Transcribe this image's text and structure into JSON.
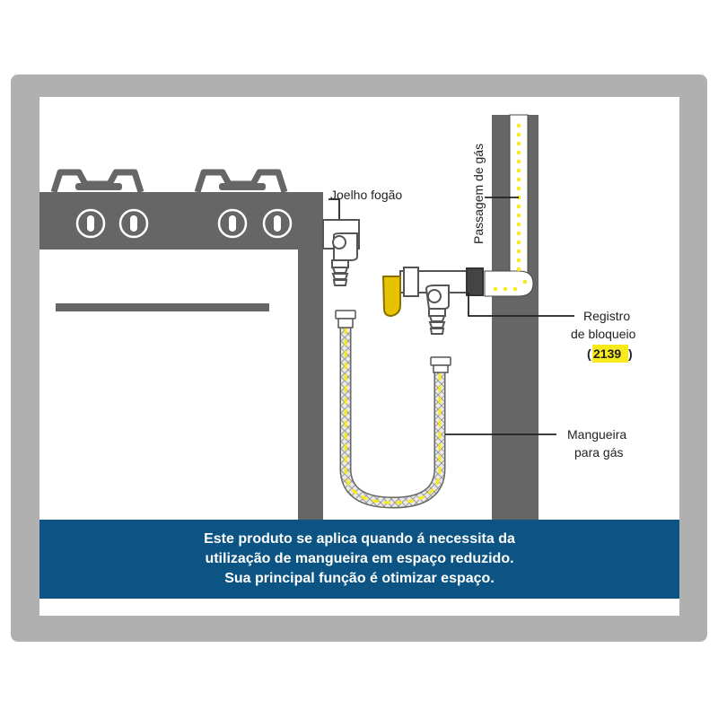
{
  "labels": {
    "joelho": "Joelho fogão",
    "passagem": "Passagem de gás",
    "registro_line1": "Registro",
    "registro_line2": "de bloqueio",
    "registro_code_open": "(",
    "registro_code": "2139",
    "registro_code_close": ")",
    "mangueira_line1": "Mangueira",
    "mangueira_line2": "para gás"
  },
  "banner": {
    "line1": "Este produto se aplica quando á necessita da",
    "line2": "utilização de mangueira em espaço reduzido.",
    "line3": "Sua principal função é otimizar espaço."
  },
  "colors": {
    "frame": "#b0b0b0",
    "dark_gray": "#666666",
    "yellow": "#f7ea1d",
    "valve_yellow": "#e6c200",
    "banner": "#0c5483",
    "highlight": "#f7ea1d"
  }
}
